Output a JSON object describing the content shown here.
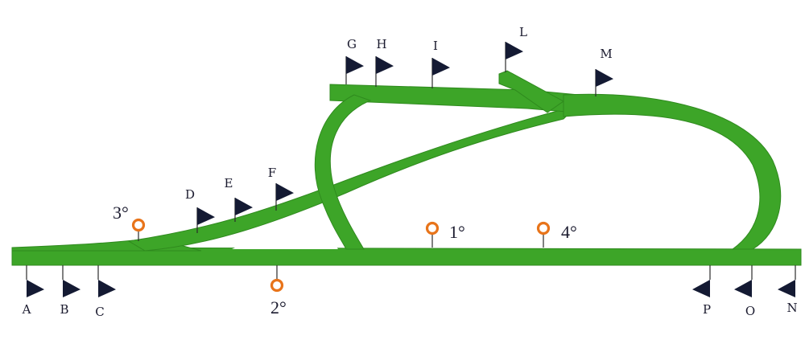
{
  "colors": {
    "track": "#3da528",
    "track_edge": "#2f8a1e",
    "flag": "#141a33",
    "marker": "#e8741a"
  },
  "flags": [
    {
      "id": "A",
      "label": "A"
    },
    {
      "id": "B",
      "label": "B"
    },
    {
      "id": "C",
      "label": "C"
    },
    {
      "id": "D",
      "label": "D"
    },
    {
      "id": "E",
      "label": "E"
    },
    {
      "id": "F",
      "label": "F"
    },
    {
      "id": "G",
      "label": "G"
    },
    {
      "id": "H",
      "label": "H"
    },
    {
      "id": "I",
      "label": "I"
    },
    {
      "id": "L",
      "label": "L"
    },
    {
      "id": "M",
      "label": "M"
    },
    {
      "id": "N",
      "label": "N"
    },
    {
      "id": "O",
      "label": "O"
    },
    {
      "id": "P",
      "label": "P"
    }
  ],
  "markers": [
    {
      "id": "m1",
      "label": "1°"
    },
    {
      "id": "m2",
      "label": "2°"
    },
    {
      "id": "m3",
      "label": "3°"
    },
    {
      "id": "m4",
      "label": "4°"
    }
  ]
}
